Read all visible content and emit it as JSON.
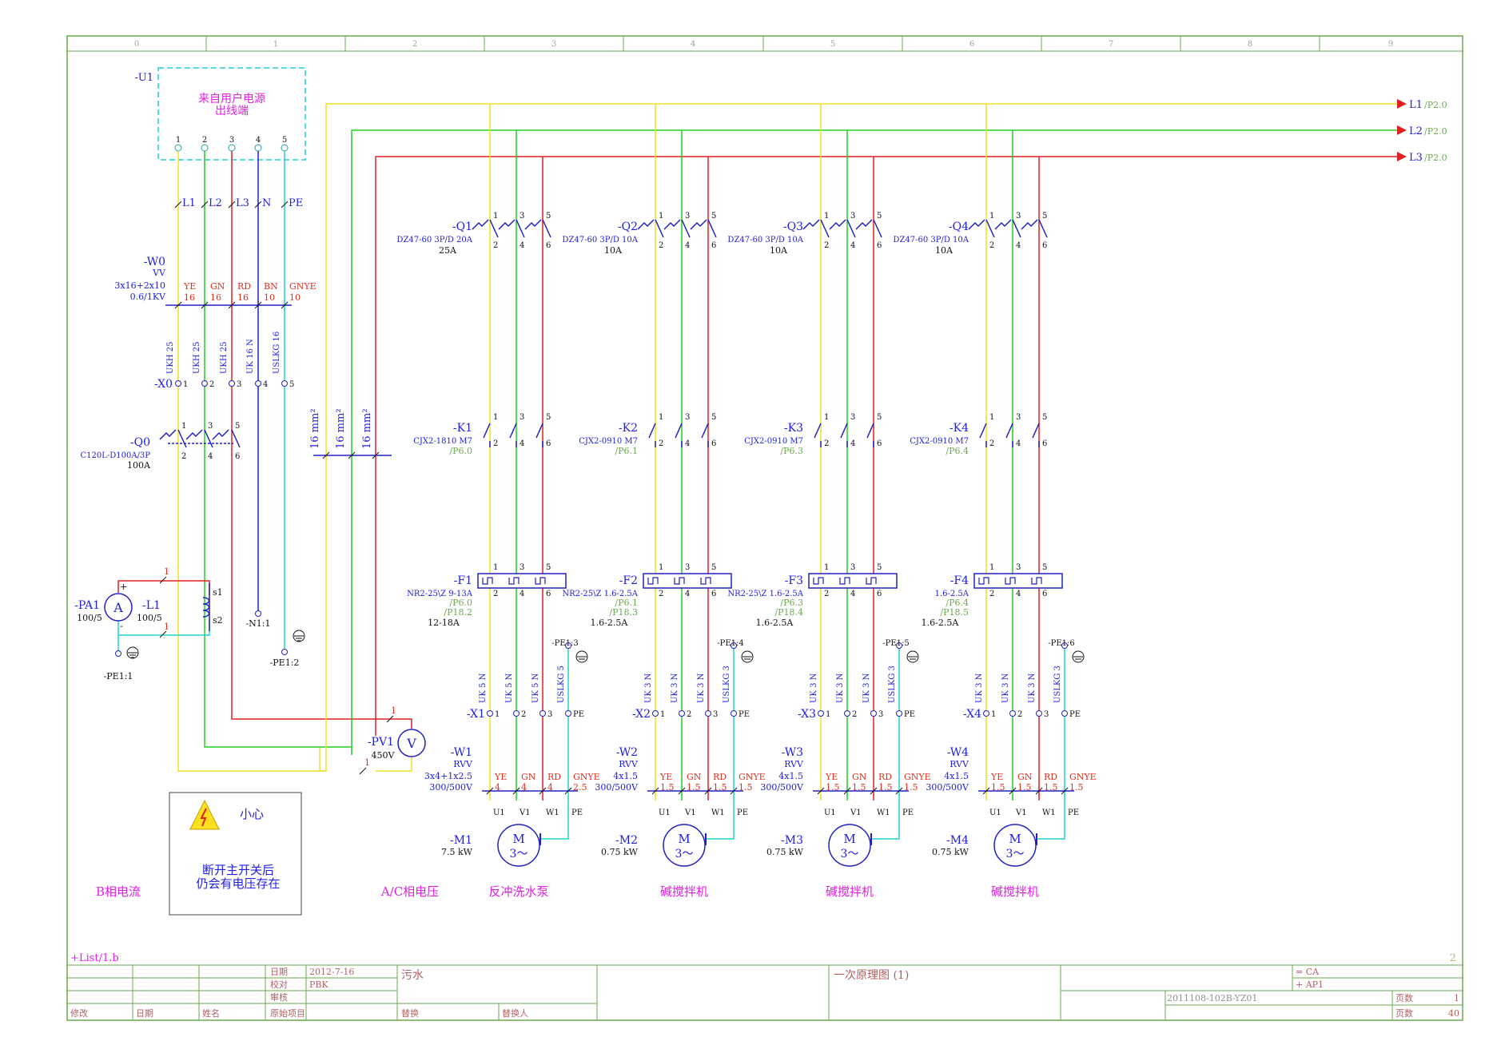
{
  "frame": {
    "columns": [
      "0",
      "1",
      "2",
      "3",
      "4",
      "5",
      "6",
      "7",
      "8",
      "9"
    ],
    "page_number": "2",
    "list_ref": "+List/1.b"
  },
  "colors": {
    "L1": "#f0e020",
    "L2": "#20d020",
    "L3": "#e02020",
    "N": "#2020c0",
    "PE": "#20d0d0",
    "frame": "#6aa84f"
  },
  "source": {
    "tag": "-U1",
    "caption_line1": "来自用户电源",
    "caption_line2": "出线端",
    "terminals": [
      "1",
      "2",
      "3",
      "4",
      "5"
    ]
  },
  "phase_labels": [
    "L1",
    "L2",
    "L3",
    "N",
    "PE"
  ],
  "main_cable": {
    "tag": "-W0",
    "type": "VV",
    "spec": "3x16+2x10",
    "voltage": "0.6/1KV",
    "colors": [
      "YE",
      "GN",
      "RD",
      "BN",
      "GNYE"
    ],
    "sizes": [
      "16",
      "16",
      "16",
      "10",
      "10"
    ]
  },
  "main_terminals": {
    "tag": "-X0",
    "types": [
      "UKH 25",
      "UKH 25",
      "UKH 25",
      "UK 16 N",
      "USLKG 16"
    ],
    "numbers": [
      "1",
      "2",
      "3",
      "4",
      "5"
    ]
  },
  "main_breaker": {
    "tag": "-Q0",
    "model": "C120L-D100A/3P",
    "rating": "100A",
    "pins_top": [
      "1",
      "3",
      "5"
    ],
    "pins_bottom": [
      "2",
      "4",
      "6"
    ]
  },
  "ammeter": {
    "tag": "-PA1",
    "symbol": "A",
    "ratio": "100/5",
    "ct_tag": "-L1",
    "ct_ratio": "100/5",
    "s1": "s1",
    "s2": "s2",
    "wire_no": "1",
    "pe_ref": "-PE1:1",
    "plus": "+",
    "minus": "-"
  },
  "neutral_ref": "-N1:1",
  "pe2_ref": "-PE1:2",
  "voltmeter": {
    "tag": "-PV1",
    "symbol": "V",
    "rating": "450V",
    "wire_no": "1"
  },
  "busbar_labels": [
    "16 mm²",
    "16 mm²",
    "16 mm²"
  ],
  "outputs": [
    {
      "label": "L1",
      "ref": "/P2.0"
    },
    {
      "label": "L2",
      "ref": "/P2.0"
    },
    {
      "label": "L3",
      "ref": "/P2.0"
    }
  ],
  "feeders": [
    {
      "breaker_tag": "-Q1",
      "breaker_model": "DZ47-60 3P/D 20A",
      "breaker_rating": "25A",
      "contactor_tag": "-K1",
      "contactor_model": "CJX2-1810 M7",
      "contactor_ref": "/P6.0",
      "overload_tag": "-F1",
      "overload_model": "NR2-25\\Z 9-13A",
      "overload_ref1": "/P6.0",
      "overload_ref2": "/P18.2",
      "overload_range": "12-18A",
      "terminal_tag": "-X1",
      "terminal_types": [
        "UK 5 N",
        "UK 5 N",
        "UK 5 N",
        "USLKG 5"
      ],
      "terminal_nums": [
        "1",
        "2",
        "3",
        "PE"
      ],
      "pe_ref": "-PE1:3",
      "cable_tag": "-W1",
      "cable_type": "RVV",
      "cable_spec": "3x4+1x2.5",
      "cable_voltage": "300/500V",
      "cable_colors": [
        "YE",
        "GN",
        "RD",
        "GNYE"
      ],
      "cable_sizes": [
        "4",
        "4",
        "4",
        "2.5"
      ],
      "motor_tag": "-M1",
      "motor_power": "7.5 kW",
      "motor_pins": [
        "U1",
        "V1",
        "W1",
        "PE"
      ],
      "caption": "反冲洗水泵"
    },
    {
      "breaker_tag": "-Q2",
      "breaker_model": "DZ47-60 3P/D 10A",
      "breaker_rating": "10A",
      "contactor_tag": "-K2",
      "contactor_model": "CJX2-0910 M7",
      "contactor_ref": "/P6.1",
      "overload_tag": "-F2",
      "overload_model": "NR2-25\\Z 1.6-2.5A",
      "overload_ref1": "/P6.1",
      "overload_ref2": "/P18.3",
      "overload_range": "1.6-2.5A",
      "terminal_tag": "-X2",
      "terminal_types": [
        "UK 3 N",
        "UK 3 N",
        "UK 3 N",
        "USLKG 3"
      ],
      "terminal_nums": [
        "1",
        "2",
        "3",
        "PE"
      ],
      "pe_ref": "-PE1:4",
      "cable_tag": "-W2",
      "cable_type": "RVV",
      "cable_spec": "4x1.5",
      "cable_voltage": "300/500V",
      "cable_colors": [
        "YE",
        "GN",
        "RD",
        "GNYE"
      ],
      "cable_sizes": [
        "1.5",
        "1.5",
        "1.5",
        "1.5"
      ],
      "motor_tag": "-M2",
      "motor_power": "0.75 kW",
      "motor_pins": [
        "U1",
        "V1",
        "W1",
        "PE"
      ],
      "caption": "碱搅拌机"
    },
    {
      "breaker_tag": "-Q3",
      "breaker_model": "DZ47-60 3P/D 10A",
      "breaker_rating": "10A",
      "contactor_tag": "-K3",
      "contactor_model": "CJX2-0910 M7",
      "contactor_ref": "/P6.3",
      "overload_tag": "-F3",
      "overload_model": "NR2-25\\Z 1.6-2.5A",
      "overload_ref1": "/P6.3",
      "overload_ref2": "/P18.4",
      "overload_range": "1.6-2.5A",
      "terminal_tag": "-X3",
      "terminal_types": [
        "UK 3 N",
        "UK 3 N",
        "UK 3 N",
        "USLKG 3"
      ],
      "terminal_nums": [
        "1",
        "2",
        "3",
        "PE"
      ],
      "pe_ref": "-PE1:5",
      "cable_tag": "-W3",
      "cable_type": "RVV",
      "cable_spec": "4x1.5",
      "cable_voltage": "300/500V",
      "cable_colors": [
        "YE",
        "GN",
        "RD",
        "GNYE"
      ],
      "cable_sizes": [
        "1.5",
        "1.5",
        "1.5",
        "1.5"
      ],
      "motor_tag": "-M3",
      "motor_power": "0.75 kW",
      "motor_pins": [
        "U1",
        "V1",
        "W1",
        "PE"
      ],
      "caption": "碱搅拌机"
    },
    {
      "breaker_tag": "-Q4",
      "breaker_model": "DZ47-60 3P/D 10A",
      "breaker_rating": "10A",
      "contactor_tag": "-K4",
      "contactor_model": "CJX2-0910 M7",
      "contactor_ref": "/P6.4",
      "overload_tag": "-F4",
      "overload_model": "1.6-2.5A",
      "overload_ref1": "/P6.4",
      "overload_ref2": "/P18.5",
      "overload_range": "1.6-2.5A",
      "terminal_tag": "-X4",
      "terminal_types": [
        "UK 3 N",
        "UK 3 N",
        "UK 3 N",
        "USLKG 3"
      ],
      "terminal_nums": [
        "1",
        "2",
        "3",
        "PE"
      ],
      "pe_ref": "-PE1:6",
      "cable_tag": "-W4",
      "cable_type": "RVV",
      "cable_spec": "4x1.5",
      "cable_voltage": "300/500V",
      "cable_colors": [
        "YE",
        "GN",
        "RD",
        "GNYE"
      ],
      "cable_sizes": [
        "1.5",
        "1.5",
        "1.5",
        "1.5"
      ],
      "motor_tag": "-M4",
      "motor_power": "0.75 kW",
      "motor_pins": [
        "U1",
        "V1",
        "W1",
        "PE"
      ],
      "caption": "碱搅拌机"
    }
  ],
  "motor_symbol": {
    "letter": "M",
    "phase": "3～"
  },
  "pin_top": [
    "1",
    "3",
    "5"
  ],
  "pin_bottom": [
    "2",
    "4",
    "6"
  ],
  "warning": {
    "title": "小心",
    "line1": "断开主开关后",
    "line2": "仍会有电压存在"
  },
  "captions": {
    "current": "B相电流",
    "voltage": "A/C相电压"
  },
  "title_block": {
    "date_label": "日期",
    "date_value": "2012-7-16",
    "check_label": "校对",
    "check_value": "PBK",
    "review_label": "审核",
    "origin_label": "原始项目",
    "rev_label": "修改",
    "rev_date_label": "日期",
    "rev_name_label": "姓名",
    "project": "污水",
    "replace_label": "替换",
    "replaced_by_label": "替换人",
    "drawing_title": "一次原理图 (1)",
    "eq_ca": "= CA",
    "eq_ap": "+ AP1",
    "drawing_no": "2011108-102B-YZ01",
    "page_label": "页数",
    "page_value": "1",
    "total_label": "页数",
    "total_value": "40"
  }
}
